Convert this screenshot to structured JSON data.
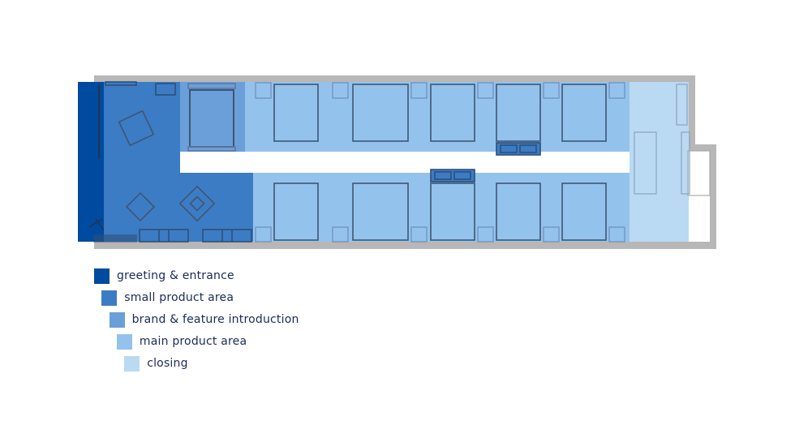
{
  "colors": {
    "greeting": "#004a9f",
    "small_product": "#3c7cc4",
    "brand": "#6a9fd9",
    "main_product": "#93c3ec",
    "closing": "#bad9f2",
    "wall": "#b7b7b7",
    "fixture_stroke": "#3f5574"
  },
  "legend": [
    {
      "key": "greeting",
      "label": "greeting & entrance"
    },
    {
      "key": "small_product",
      "label": "small product area"
    },
    {
      "key": "brand",
      "label": "brand & feature introduction"
    },
    {
      "key": "main_product",
      "label": "main product area"
    },
    {
      "key": "closing",
      "label": "closing"
    }
  ]
}
